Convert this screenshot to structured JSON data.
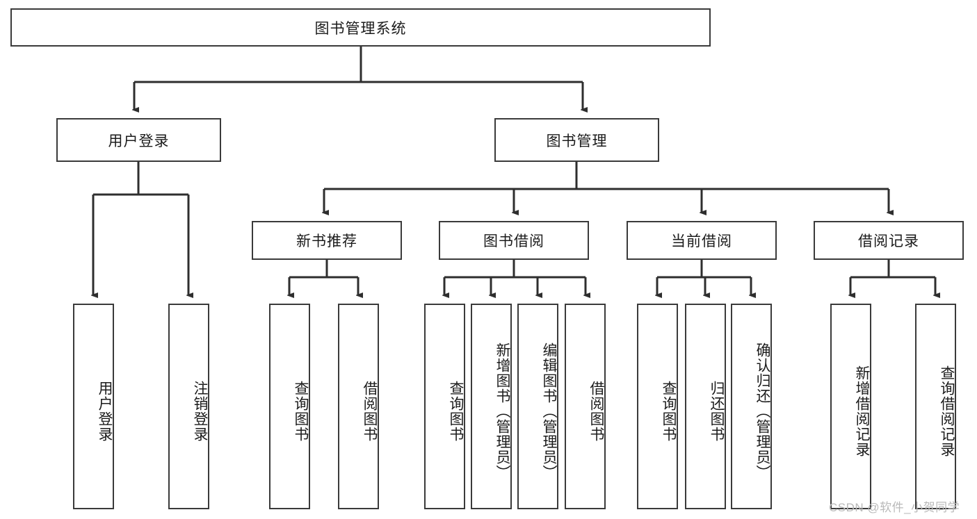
{
  "diagram": {
    "title": "图书管理系统",
    "type": "hierarchy-tree",
    "root": {
      "label": "图书管理系统"
    },
    "level2": [
      {
        "label": "用户登录"
      },
      {
        "label": "图书管理"
      }
    ],
    "level3": [
      {
        "label": "新书推荐"
      },
      {
        "label": "图书借阅"
      },
      {
        "label": "当前借阅"
      },
      {
        "label": "借阅记录"
      }
    ],
    "leaves": {
      "user_login": [
        {
          "label": "用户登录"
        },
        {
          "label": "注销登录"
        }
      ],
      "new_book_recommend": [
        {
          "label": "查询图书"
        },
        {
          "label": "借阅图书"
        }
      ],
      "book_borrow": [
        {
          "label": "查询图书"
        },
        {
          "label": "新增图书（管理员）"
        },
        {
          "label": "编辑图书（管理员）"
        },
        {
          "label": "借阅图书"
        }
      ],
      "current_borrow": [
        {
          "label": "查询图书"
        },
        {
          "label": "归还图书"
        },
        {
          "label": "确认归还（管理员）"
        }
      ],
      "borrow_records": [
        {
          "label": "新增借阅记录"
        },
        {
          "label": "查询借阅记录"
        }
      ]
    }
  },
  "watermark": {
    "text": "CSDN @软件_小贺同学"
  },
  "colors": {
    "border": "#3a3a3a",
    "background": "#ffffff",
    "text": "#1b1b1b",
    "watermark": "#b9b9b9"
  }
}
